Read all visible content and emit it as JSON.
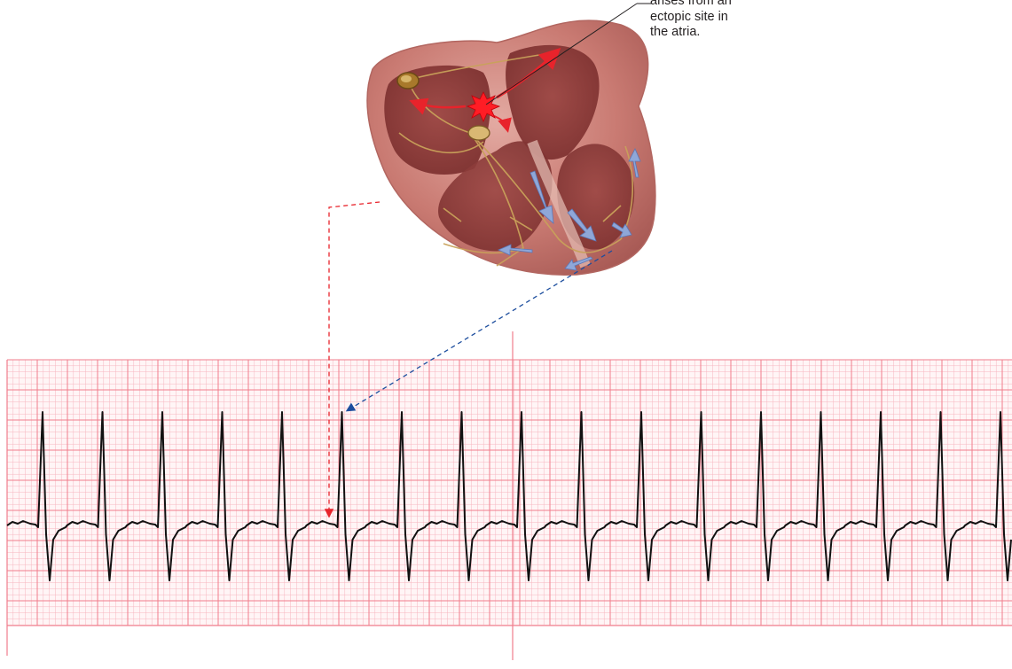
{
  "caption": {
    "lines": [
      "arises from an",
      "ectopic site in",
      "the atria."
    ]
  },
  "colors": {
    "ecg_trace": "#111111",
    "grid_major": "#f07d8c",
    "grid_minor": "#f7b6bf",
    "atrial_pointer": "#e8232b",
    "ventricular_pointer": "#1d4e9e",
    "ectopic_focus": "#ff1d25",
    "conduction_arrows": "#8fa7d8",
    "heart_tissue": "#c97a72"
  },
  "icons": {
    "heart": "heart-cross-section-icon",
    "ectopic_focus": "starburst-icon",
    "sa_node": "sa-node-icon",
    "av_node": "av-node-icon"
  }
}
